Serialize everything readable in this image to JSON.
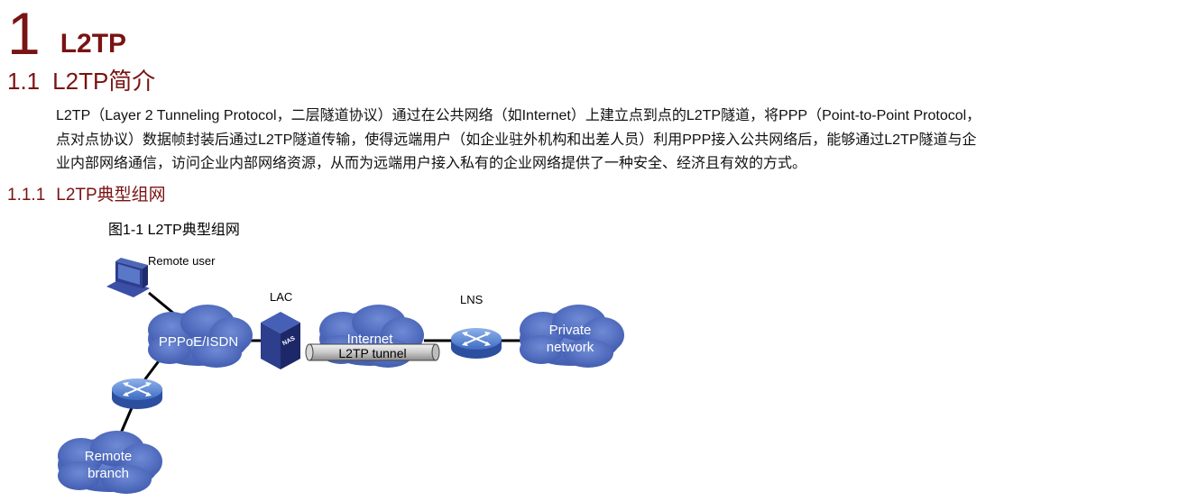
{
  "chapter": {
    "number": "1",
    "title": "L2TP"
  },
  "section": {
    "number": "1.1",
    "title": "L2TP简介",
    "paragraph_lines": [
      "L2TP（Layer 2 Tunneling Protocol，二层隧道协议）通过在公共网络（如Internet）上建立点到点的L2TP隧道，将PPP（Point-to-Point Protocol，",
      "点对点协议）数据帧封装后通过L2TP隧道传输，使得远端用户（如企业驻外机构和出差人员）利用PPP接入公共网络后，能够通过L2TP隧道与企",
      "业内部网络通信，访问企业内部网络资源，从而为远端用户接入私有的企业网络提供了一种安全、经济且有效的方式。"
    ]
  },
  "subsection": {
    "number": "1.1.1",
    "title": "L2TP典型组网"
  },
  "figure": {
    "caption": "图1-1 L2TP典型组网",
    "labels": {
      "remote_user": "Remote user",
      "lac": "LAC",
      "lns": "LNS",
      "pppoe": "PPPoE/ISDN",
      "internet": "Internet",
      "tunnel": "L2TP tunnel",
      "private_1": "Private",
      "private_2": "network",
      "branch_1": "Remote",
      "branch_2": "branch",
      "nas": "NAS"
    },
    "colors": {
      "cloud": "#4a67b8",
      "device": "#2d3e8c",
      "heading": "#7a1313"
    }
  }
}
